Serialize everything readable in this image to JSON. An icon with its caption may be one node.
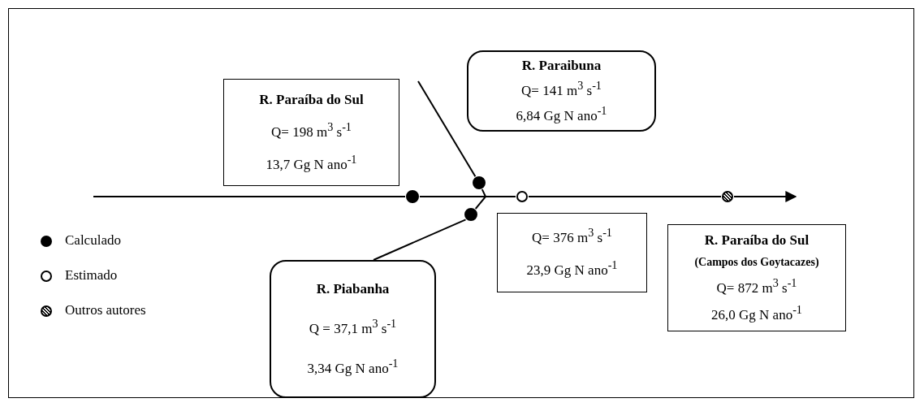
{
  "diagram": {
    "nodes": [
      {
        "text": [
          "R. Paraíba do Sul",
          "Q= 198 m$^{3}$ s$^{-1}$",
          "13,7 Gg N ano$^{-1}$"
        ]
      },
      {
        "text": [
          "R. Paraibuna",
          "Q= 141 m$^{3}$ s$^{-1}$",
          "6,84 Gg N ano$^{-1}$"
        ]
      },
      {
        "text": [],
        "shape": "circle"
      },
      {
        "text": [],
        "shape": "circle"
      },
      {
        "text": [],
        "shape": "circle"
      },
      {
        "text": [],
        "shape": "circle"
      },
      {
        "text": [],
        "shape": "circle"
      },
      {
        "text": [
          "Q= 376 m$^{3}$ s$^{-1}$",
          "23,9 Gg N ano$^{-1}$"
        ]
      },
      {
        "text": [
          "R. Paraíba do Sul",
          "(Campos dos Goytacazes)",
          "Q= 872 m$^{3}$ s$^{-1}$",
          "26,0 Gg N ano$^{-1}$"
        ]
      },
      {
        "text": [
          "R. Piabanha",
          "Q = 37,1 m$^{3}$ s$^{-1}$",
          "3,34 Gg N ano$^{-1}$"
        ]
      }
    ],
    "edges": [
      {
        "from": null,
        "to": 3,
        "arrow": "none"
      },
      {
        "from": null,
        "to": 2,
        "arrow": "none"
      },
      {
        "from": 2,
        "to": 5,
        "arrow": "none"
      },
      {
        "from": 3,
        "to": 5,
        "arrow": "none"
      },
      {
        "from": 4,
        "to": 5,
        "arrow": "none"
      },
      {
        "from": 9,
        "to": 4,
        "arrow": "none"
      },
      {
        "from": 5,
        "to": 6,
        "arrow": "none"
      },
      {
        "from": 6,
        "to": null,
        "arrow": "to"
      }
    ],
    "legend": [
      {
        "text": "Calculado"
      },
      {
        "text": "Estimado"
      },
      {
        "text": "Outros autores"
      }
    ]
  }
}
